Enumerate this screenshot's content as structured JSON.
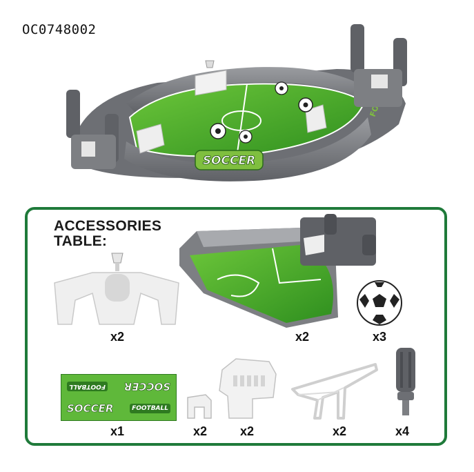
{
  "product_code": "OC0748002",
  "hero": {
    "stadium_brand": "SOCCER",
    "side_brand": "FOOTBALL"
  },
  "accessories": {
    "title_line1": "ACCESSORIES",
    "title_line2": "TABLE:",
    "items": [
      {
        "name": "goal-frame",
        "qty": "x2"
      },
      {
        "name": "half-field",
        "qty": "x2"
      },
      {
        "name": "ball",
        "qty": "x3"
      },
      {
        "name": "sticker-sheet",
        "qty": "x1",
        "sticker_labels": [
          "SOCCER",
          "FOOTBALL",
          "SOCCER",
          "FOOTBALL"
        ]
      },
      {
        "name": "connector-clip",
        "qty": "x2"
      },
      {
        "name": "stand-bracket",
        "qty": "x2"
      },
      {
        "name": "goal-net-frame",
        "qty": "x2"
      },
      {
        "name": "handle-rod",
        "qty": "x4"
      }
    ]
  },
  "colors": {
    "frame_green": "#1f7a3a",
    "field_green": "#4caf2e",
    "plastic_gray": "#7d7f83",
    "plastic_white": "#eeeeee"
  }
}
